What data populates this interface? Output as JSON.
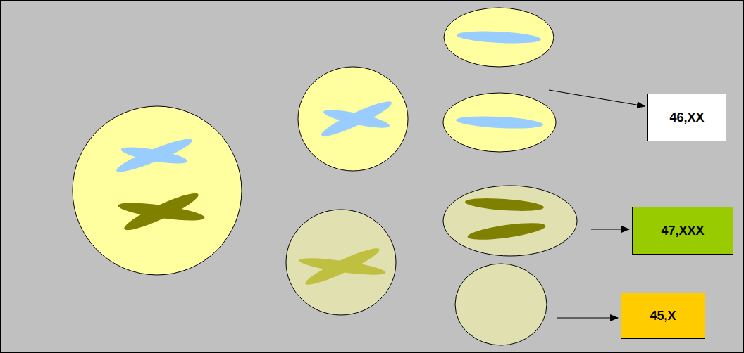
{
  "diagram": {
    "nodes": [
      {
        "text": [
          "46,XX"
        ]
      },
      {
        "text": [
          "47,XXX"
        ]
      },
      {
        "text": [
          "45,X"
        ]
      }
    ]
  }
}
